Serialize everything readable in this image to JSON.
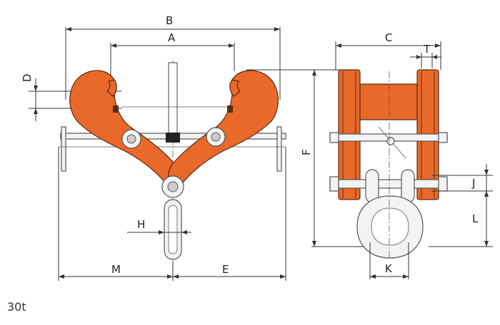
{
  "colors": {
    "body": "#e8692a",
    "outline": "#5a2a10",
    "steel": "#f3f3f3",
    "line": "#333333"
  },
  "labels": {
    "A": "A",
    "B": "B",
    "C": "C",
    "T": "T",
    "D": "D",
    "F": "F",
    "H": "H",
    "M": "M",
    "E": "E",
    "J": "J",
    "L": "L",
    "K": "K"
  },
  "caption": "30t"
}
